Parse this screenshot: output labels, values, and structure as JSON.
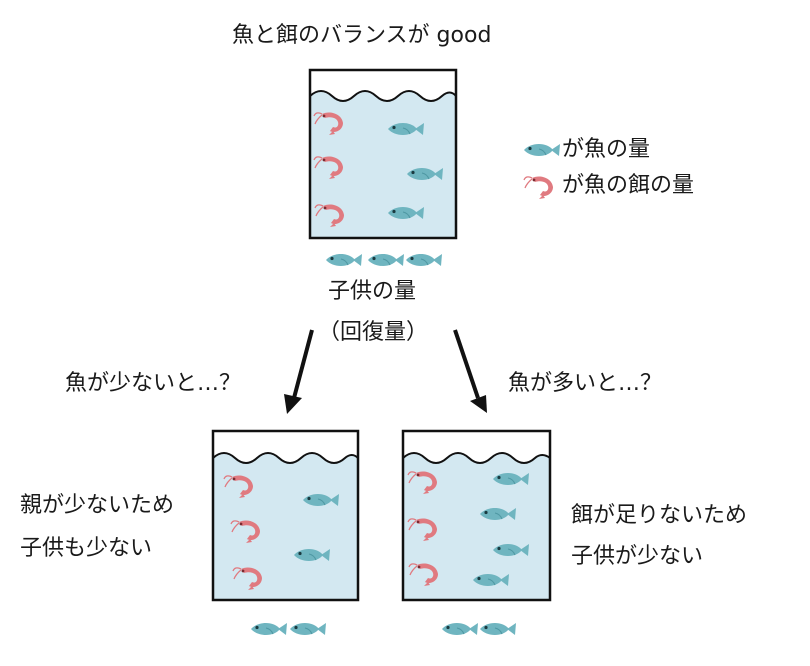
{
  "title": "魚と餌のバランスが good",
  "legend": {
    "fish_label": "が魚の量",
    "shrimp_label": "が魚の餌の量"
  },
  "center": {
    "children_label": "子供の量",
    "recovery_label": "（回復量）"
  },
  "left_branch": {
    "question": "魚が少ないと…？",
    "explanation_line1": "親が少ないため",
    "explanation_line2": "子供も少ない"
  },
  "right_branch": {
    "question": "魚が多いと…？",
    "explanation_line1": "餌が足りないため",
    "explanation_line2": "子供が少ない"
  },
  "colors": {
    "water": "#d3e8f1",
    "fish": "#6fb5c0",
    "shrimp": "#e07a80",
    "tank_border": "#111111"
  }
}
